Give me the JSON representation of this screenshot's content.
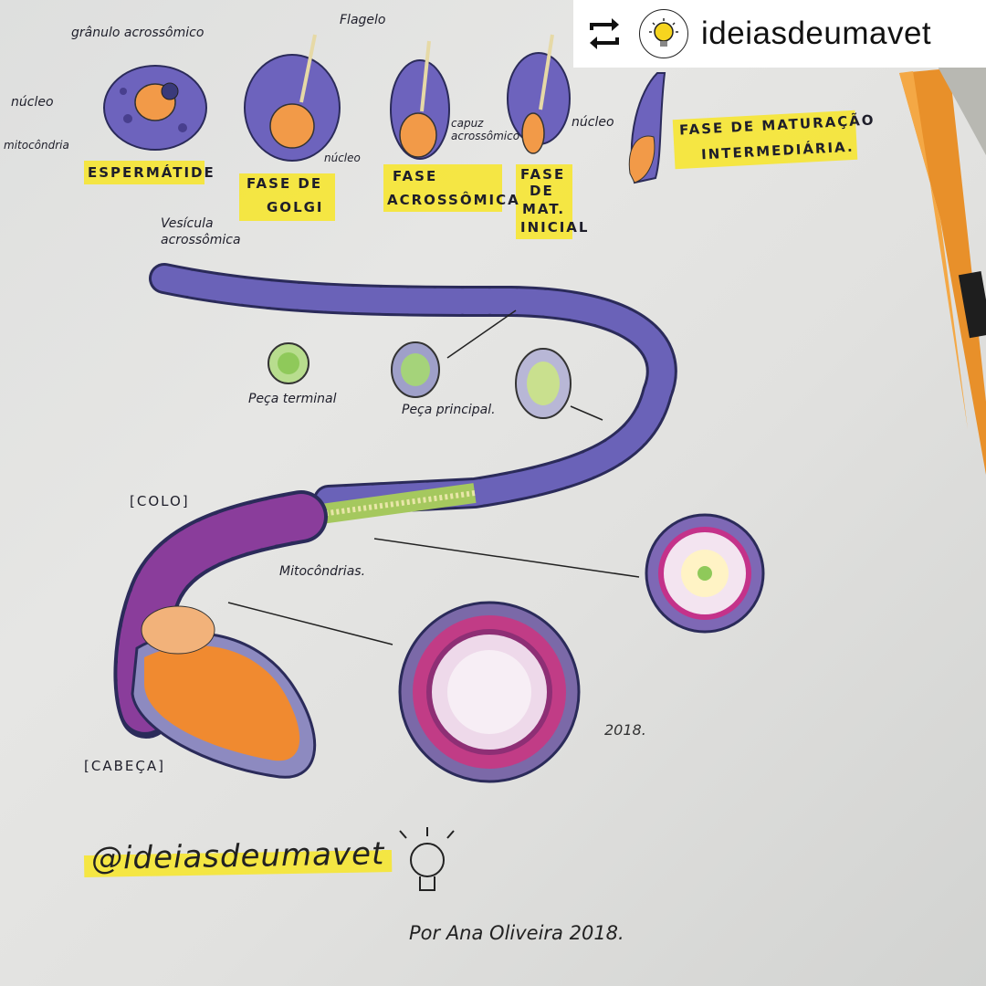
{
  "repost_bar": {
    "username": "ideiasdeumavet",
    "icon": "repost-icon",
    "avatar_icon": "lightbulb-icon"
  },
  "stages": {
    "spermatid": {
      "title": "ESPERMÁTIDE",
      "labels": [
        "grânulo acrossômico",
        "núcleo",
        "mitocôndria"
      ]
    },
    "golgi": {
      "title": [
        "FASE DE",
        "GOLGI"
      ],
      "labels": [
        "Flagelo",
        "núcleo",
        "Vesícula acrossômica"
      ]
    },
    "acrosomal": {
      "title": [
        "FASE",
        "ACROSSÔMICA"
      ],
      "labels": [
        "capuz acrossômico"
      ]
    },
    "initial_maturation": {
      "title": [
        "FASE",
        "DE",
        "MAT.",
        "INICIAL"
      ],
      "labels": [
        "núcleo"
      ]
    },
    "intermediate_maturation": {
      "title": [
        "FASE DE MATURAÇÃO",
        "INTERMEDIÁRIA."
      ]
    }
  },
  "sections": {
    "terminal": "Peça terminal",
    "principal": "Peça principal."
  },
  "parts": {
    "neck": "[COLO]",
    "mitochondria": "Mitocôndrias.",
    "head": "[CABEÇA]"
  },
  "signature": "2018.",
  "footer": {
    "handle": "@ideiasdeumavet",
    "author": "Por Ana Oliveira 2018."
  },
  "colors": {
    "highlighter": "#f6e632",
    "membrane": "#6a62b8",
    "nucleus": "#f0913a",
    "mitochondria": "#8a3d9b",
    "axoneme": "#8fc95a"
  }
}
